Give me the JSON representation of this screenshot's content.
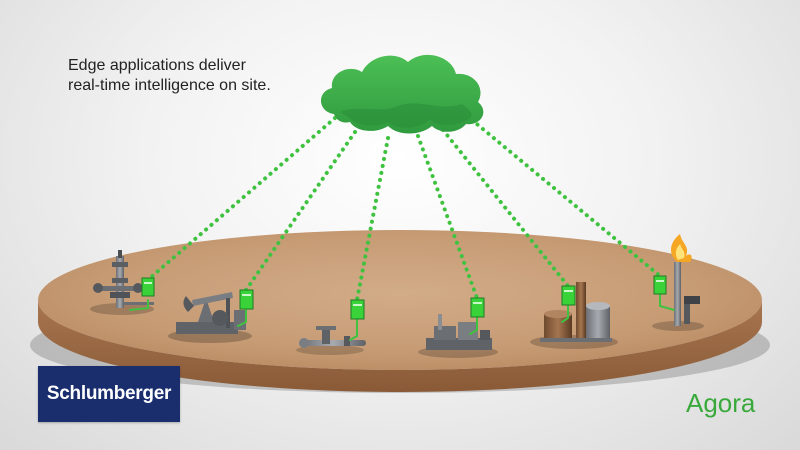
{
  "caption": {
    "line1": "Edge applications deliver",
    "line2": "real-time intelligence on site."
  },
  "logo": {
    "text": "Schlumberger",
    "background": "#1a2e6e"
  },
  "brand": {
    "text": "Agora",
    "color": "#3aa93c"
  },
  "colors": {
    "cloud": "#35a845",
    "link_dots": "#3fc23f",
    "edge_device": "#39d339",
    "platform_top": "#c9a07c",
    "platform_side": "#9a6a45"
  },
  "icons": [
    "cloud-icon",
    "wellhead-icon",
    "pumpjack-icon",
    "pipeline-valve-icon",
    "compressor-icon",
    "storage-tanks-icon",
    "flare-stack-icon",
    "edge-device-icon"
  ]
}
